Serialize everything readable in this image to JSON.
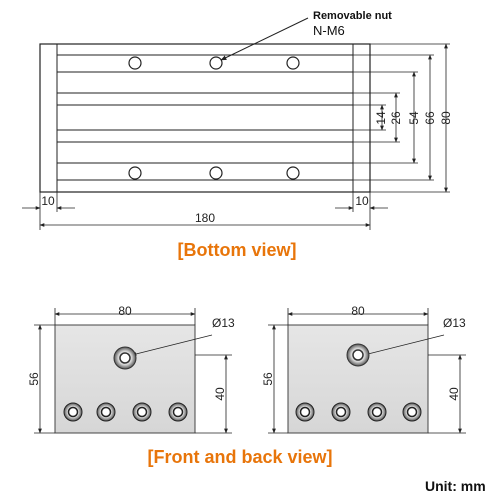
{
  "bottom_view": {
    "callout_title": "Removable nut",
    "callout_sub": "N-M6",
    "dim_left_margin": "10",
    "dim_right_margin": "10",
    "dim_length": "180",
    "dim_heights": [
      "14",
      "26",
      "54",
      "66",
      "80"
    ],
    "caption": "[Bottom view]"
  },
  "front_back_view": {
    "left": {
      "width": "80",
      "height": "56",
      "hole_height": "40",
      "hole_diameter": "Ø13"
    },
    "right": {
      "width": "80",
      "height": "56",
      "hole_height": "40",
      "hole_diameter": "Ø13"
    },
    "caption": "[Front and back view]"
  },
  "unit_label": "Unit: mm"
}
